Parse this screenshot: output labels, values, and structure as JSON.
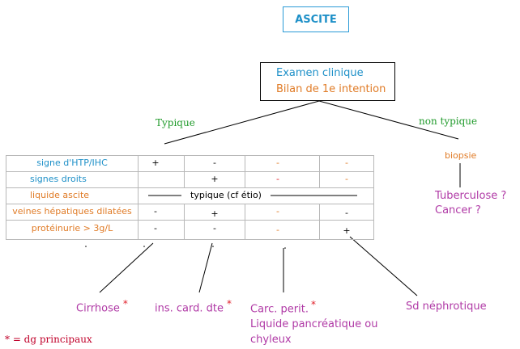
{
  "title": "ASCITE",
  "exam": {
    "line1": "Examen clinique",
    "line2": "Bilan de 1e intention"
  },
  "branches": {
    "typique": "Typique",
    "non_typique": "non typique"
  },
  "biopsie": "biopsie",
  "non_typique_results": {
    "line1": "Tuberculose ?",
    "line2": "Cancer ?"
  },
  "table": {
    "rows": [
      {
        "label": "signe d'HTP/IHC",
        "label_color": "#1e90c8",
        "cells": [
          "+",
          "-",
          "-",
          "-"
        ]
      },
      {
        "label": "signes droits",
        "label_color": "#1e90c8",
        "cells": [
          "",
          "+",
          "-",
          "-"
        ]
      },
      {
        "label": "liquide ascite",
        "label_color": "#e07b26",
        "span_text": "typique (cf étio)"
      },
      {
        "label": "veines hépatiques dilatées",
        "label_color": "#e07b26",
        "cells": [
          "-",
          "+",
          "-",
          "-"
        ]
      },
      {
        "label": "protéinurie > 3g/L",
        "label_color": "#e07b26",
        "cells": [
          "-",
          "-",
          "-",
          "+"
        ]
      }
    ]
  },
  "diagnoses": {
    "cirrhose": "Cirrhose",
    "ins_card": "ins. card. dte",
    "carc_line1": "Carc. perit.",
    "carc_line2": "Liquide pancréatique ou",
    "carc_line3": "chyleux",
    "nephrotique": "Sd néphrotique"
  },
  "asterisk": "*",
  "footnote": "* = dg principaux",
  "colors": {
    "blue": "#1e90c8",
    "orange": "#e07b26",
    "green": "#1f9a2a",
    "purple": "#b03aa6",
    "red": "#e0202a",
    "darkred": "#c0002a",
    "grid": "#b8b8b8"
  }
}
